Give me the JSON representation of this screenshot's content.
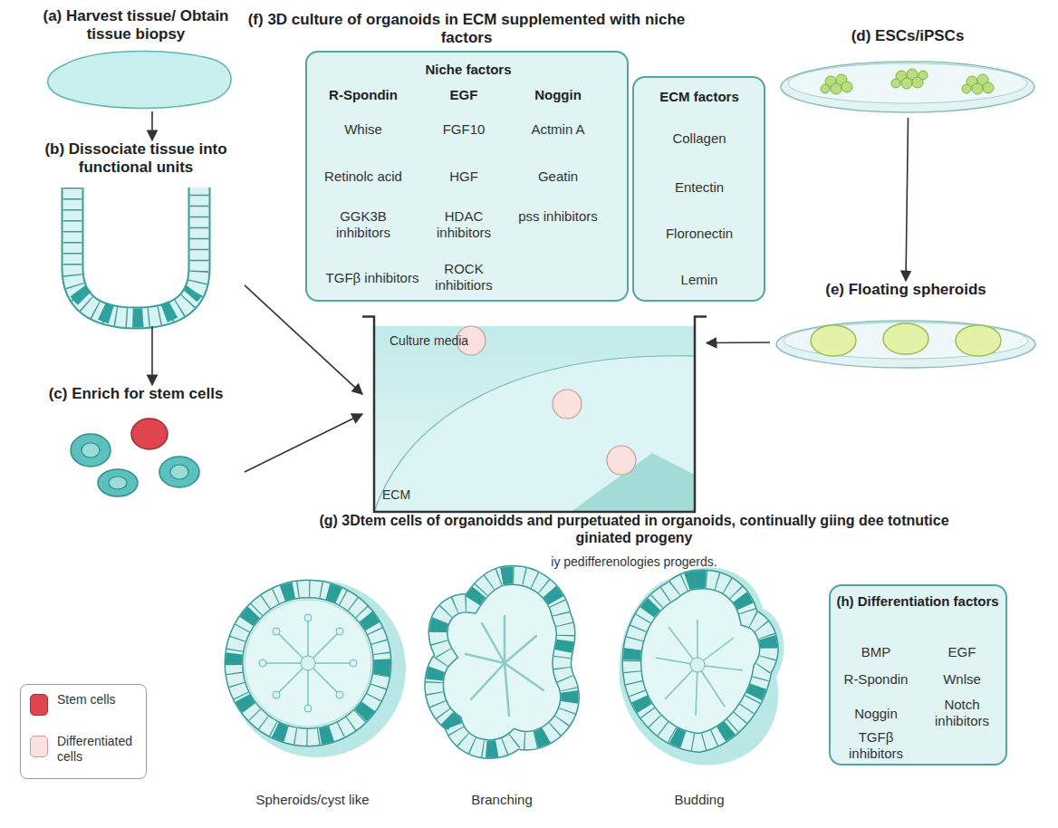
{
  "diagram": {
    "nodes": [
      {
        "text": [
          "(a) Harvest tissue/ Obtain tissue biopsy"
        ]
      },
      {
        "text": [
          "Niche factors",
          "R-Spondin",
          "EGF",
          "Noggin",
          "Whise",
          "FGF10",
          "Actmin A",
          "Retinolc acid",
          "HGF",
          "Geatin",
          "GGK3B inhibitors",
          "HDAC inhibitors",
          "pss inhibitors",
          "TGFβ inhibitors",
          "ROCK inhibitiors"
        ]
      },
      {
        "text": [
          "ECM factors",
          "Collagen",
          "Entectin",
          "Floronectin",
          "Lemin"
        ]
      },
      {
        "text": [
          "(d) ESCs/iPSCs"
        ]
      },
      {
        "text": [
          "(b) Dissociate tissue into functional units"
        ]
      },
      {
        "text": [
          "Culture media",
          "ECM"
        ]
      },
      {
        "text": [
          "(e) Floating spheroids"
        ]
      },
      {
        "text": [
          "(c) Enrich for stem cells"
        ]
      },
      {
        "text": [
          "Spheroids/cyst like"
        ]
      },
      {
        "text": [
          "Branching"
        ]
      },
      {
        "text": [
          "Budding"
        ]
      },
      {
        "text": [
          "(h) Differentiation factors",
          "BMP",
          "EGF",
          "R-Spondin",
          "Wnlse",
          "Noggin",
          "Notch inhibitors",
          "TGFβ inhibitors"
        ]
      }
    ],
    "edges": [
      {
        "from": 0,
        "to": 4,
        "arrow": "to"
      },
      {
        "from": 4,
        "to": 5,
        "arrow": "to"
      },
      {
        "from": 4,
        "to": 7,
        "arrow": "to"
      },
      {
        "from": 7,
        "to": 5,
        "arrow": "to"
      },
      {
        "from": 3,
        "to": 6,
        "arrow": "to"
      },
      {
        "from": 6,
        "to": 5,
        "arrow": "to"
      }
    ],
    "labels": [
      "(f) 3D culture of organoids in ECM supplemented with niche factors",
      "(g) 3Dtem cells of organoidds and purpetuated in organoids, continually giing dee totnutice giniated progeny",
      "iy pedifferenologies progerds."
    ],
    "legend": [
      {
        "text": "Stem cells",
        "color": "#e0454f"
      },
      {
        "text": "Differentiated cells",
        "color": "#fbe1dd"
      }
    ]
  }
}
